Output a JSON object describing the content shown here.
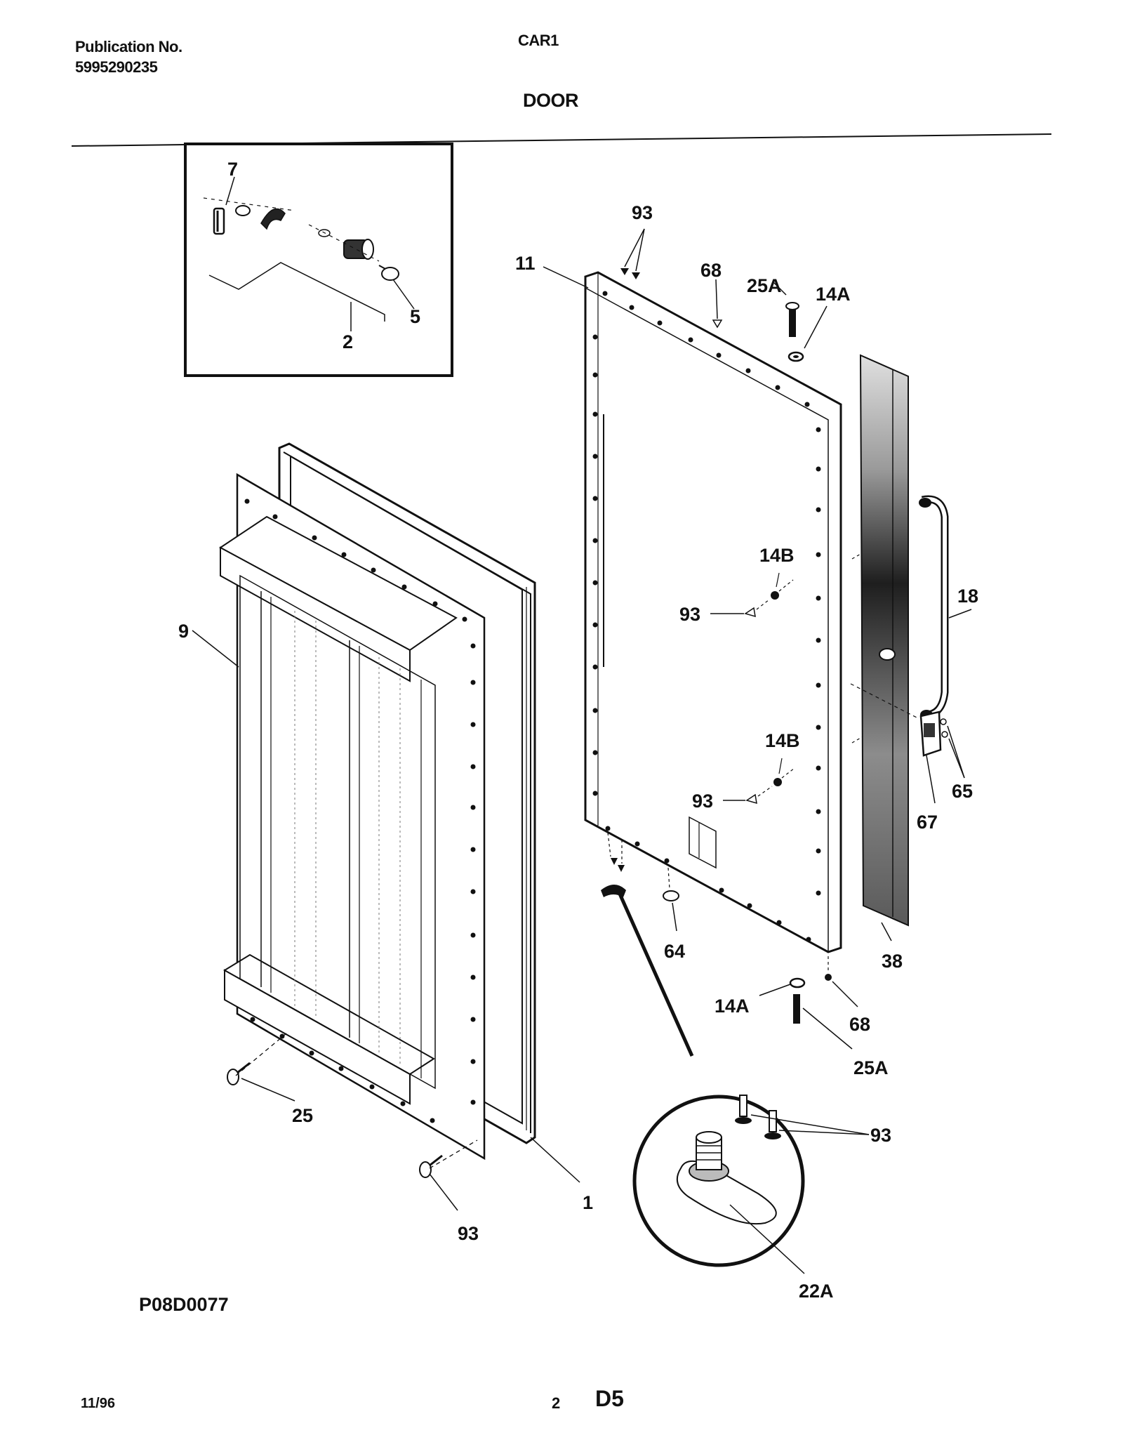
{
  "header": {
    "publication_label": "Publication No.",
    "publication_number": "5995290235",
    "model": "CAR1",
    "section_title": "DOOR"
  },
  "figure_code": "P08D0077",
  "footer": {
    "date": "11/96",
    "page_number": "2",
    "section_code": "D5"
  },
  "callouts": {
    "c7": "7",
    "c5": "5",
    "c2": "2",
    "c93_top": "93",
    "c11": "11",
    "c68_top": "68",
    "c25A_top": "25A",
    "c14A_top": "14A",
    "c18": "18",
    "c14B_1": "14B",
    "c93_mid1": "93",
    "c14B_2": "14B",
    "c93_mid2": "93",
    "c65": "65",
    "c67": "67",
    "c38": "38",
    "c64": "64",
    "c14A_bot": "14A",
    "c68_bot": "68",
    "c25A_bot": "25A",
    "c93_inset": "93",
    "c22A": "22A",
    "c9": "9",
    "c25": "25",
    "c93_bot": "93",
    "c1": "1"
  }
}
